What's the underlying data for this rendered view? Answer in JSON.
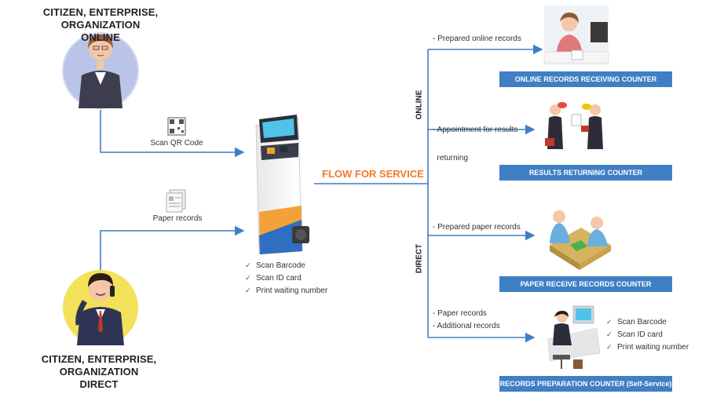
{
  "online_actor": {
    "line1": "CITIZEN, ENTERPRISE, ORGANIZATION",
    "line2": "ONLINE"
  },
  "direct_actor": {
    "line1": "CITIZEN, ENTERPRISE, ORGANIZATION",
    "line2": "DIRECT"
  },
  "inputs": {
    "qr": "Scan QR Code",
    "paper": "Paper records"
  },
  "kiosk_features": [
    "Scan Barcode",
    "Scan ID card",
    "Print waiting number"
  ],
  "flow": {
    "label": "FLOW FOR SERVICE",
    "online": "ONLINE",
    "direct": "DIRECT"
  },
  "branches": {
    "b1": [
      "- Prepared online records"
    ],
    "b2": [
      "- Appointment for results",
      "  returning"
    ],
    "b3": [
      "- Prepared paper records"
    ],
    "b4": [
      "- Paper records",
      "- Additional records"
    ]
  },
  "counters": {
    "c1": "ONLINE RECORDS RECEIVING COUNTER",
    "c2": "RESULTS RETURNING COUNTER",
    "c3": "PAPER RECEIVE RECORDS COUNTER",
    "c4": "RECORDS PREPARATION COUNTER (Self-Service)"
  },
  "self_service_features": [
    "Scan Barcode",
    "Scan ID card",
    "Print waiting number"
  ],
  "colors": {
    "line": "#3f7fc4",
    "counter_bg": "#3f7fc4",
    "flow_label": "#f07b2a"
  }
}
